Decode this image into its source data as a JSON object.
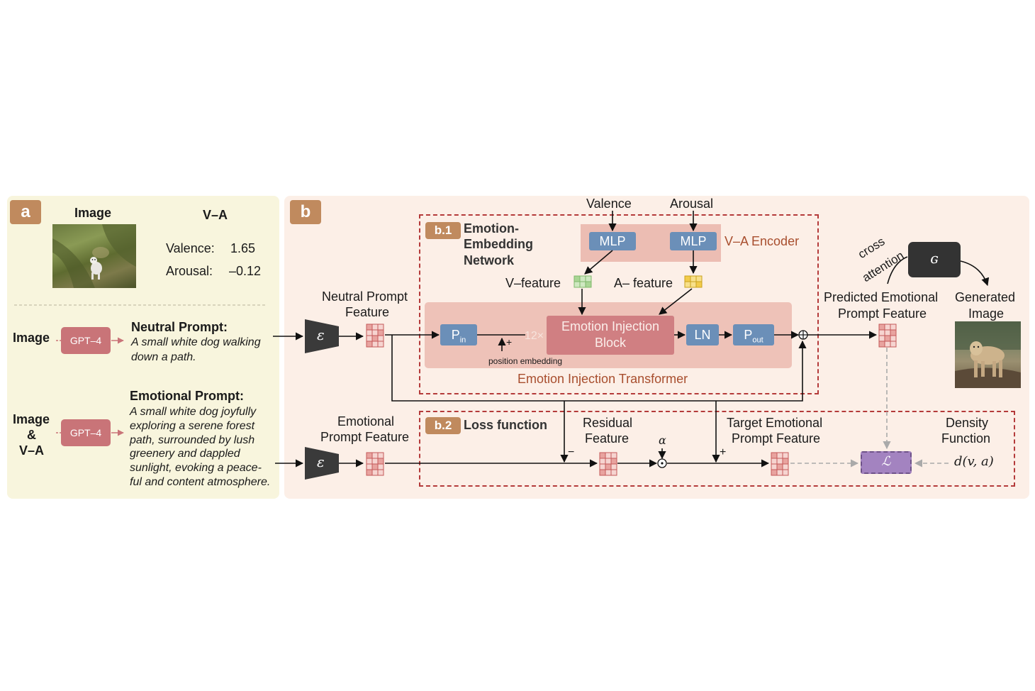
{
  "panel_a": {
    "tag": "a",
    "image_header": "Image",
    "va_header": "V–A",
    "valence_label": "Valence:",
    "valence_value": "1.65",
    "arousal_label": "Arousal:",
    "arousal_value": "–0.12",
    "row1_input": "Image",
    "row1_gpt": "GPT–4",
    "neutral_title": "Neutral Prompt:",
    "neutral_lines": [
      "A small white dog walking",
      "down a path."
    ],
    "row2_input_lines": [
      "Image",
      "&",
      "V–A"
    ],
    "row2_gpt": "GPT–4",
    "emotional_title": "Emotional Prompt:",
    "emotional_lines": [
      "A small white dog joyfully",
      "exploring a serene forest",
      "path, surrounded by lush",
      "greenery and dappled",
      "sunlight, evoking a peace-",
      "ful and content atmosphere."
    ]
  },
  "panel_b": {
    "tag": "b",
    "encoder_symbol": "ε",
    "neutral_feature": [
      "Neutral Prompt",
      "Feature"
    ],
    "emotional_feature": [
      "Emotional",
      "Prompt Feature"
    ],
    "b1": {
      "tag": "b.1",
      "title_lines": [
        "Emotion-",
        "Embedding",
        "Network"
      ],
      "valence": "Valence",
      "arousal": "Arousal",
      "mlp": "MLP",
      "va_encoder": "V–A Encoder",
      "v_feature": "V–feature",
      "a_feature": "A– feature",
      "p_in": "P",
      "p_in_sub": "in",
      "plus": "+",
      "position_embedding": "position embedding",
      "repeat": "12×",
      "block_lines": [
        "Emotion Injection",
        "Block"
      ],
      "ln": "LN",
      "p_out": "P",
      "p_out_sub": "out",
      "transformer_label": "Emotion Injection Transformer"
    },
    "b2": {
      "tag": "b.2",
      "title": "Loss function",
      "residual": [
        "Residual",
        "Feature"
      ],
      "target": [
        "Target Emotional",
        "Prompt Feature"
      ],
      "density": [
        "Density",
        "Function"
      ],
      "density_formula": "d(v, a)",
      "alpha": "α",
      "minus": "−",
      "plus": "+",
      "loss_symbol": "ℒ"
    },
    "cross_attention": [
      "cross",
      "attention"
    ],
    "generator_symbol": "ɢ",
    "predicted": [
      "Predicted Emotional",
      "Prompt Feature"
    ],
    "generated": [
      "Generated",
      "Image"
    ]
  }
}
